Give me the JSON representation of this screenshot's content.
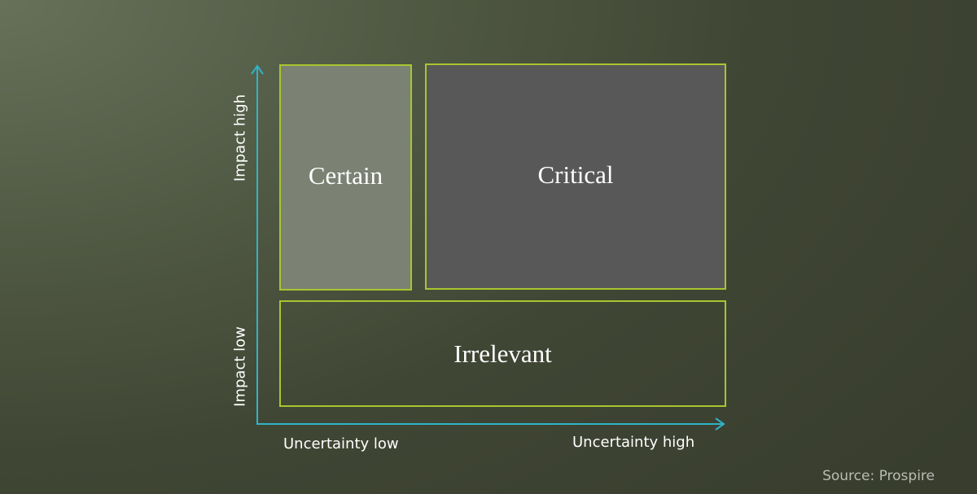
{
  "matrix": {
    "boxes": {
      "certain": "Certain",
      "critical": "Critical",
      "irrelevant": "Irrelevant"
    },
    "x_axis": {
      "low": "Uncertainty low",
      "high": "Uncertainty high"
    },
    "y_axis": {
      "high": "Impact high",
      "low": "Impact low"
    }
  },
  "footer": {
    "source": "Source: Prospire"
  },
  "colors": {
    "axis": "#2eb4c8",
    "box_border": "#a9c52f",
    "certain_fill": "#7b8173",
    "critical_fill": "#585858"
  }
}
